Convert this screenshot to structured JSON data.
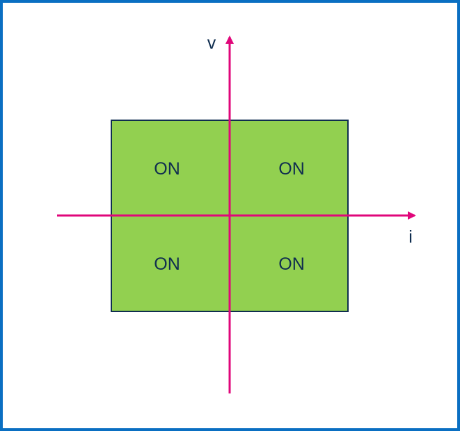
{
  "diagram": {
    "quadrants": {
      "top_left": "ON",
      "top_right": "ON",
      "bottom_left": "ON",
      "bottom_right": "ON"
    },
    "axes": {
      "vertical_label": "v",
      "horizontal_label": "i"
    }
  },
  "colors": {
    "frame": "#0a6fc2",
    "region_fill": "#92d050",
    "region_stroke": "#0f2d4f",
    "axis": "#e0067a",
    "text": "#0f2d4f"
  }
}
